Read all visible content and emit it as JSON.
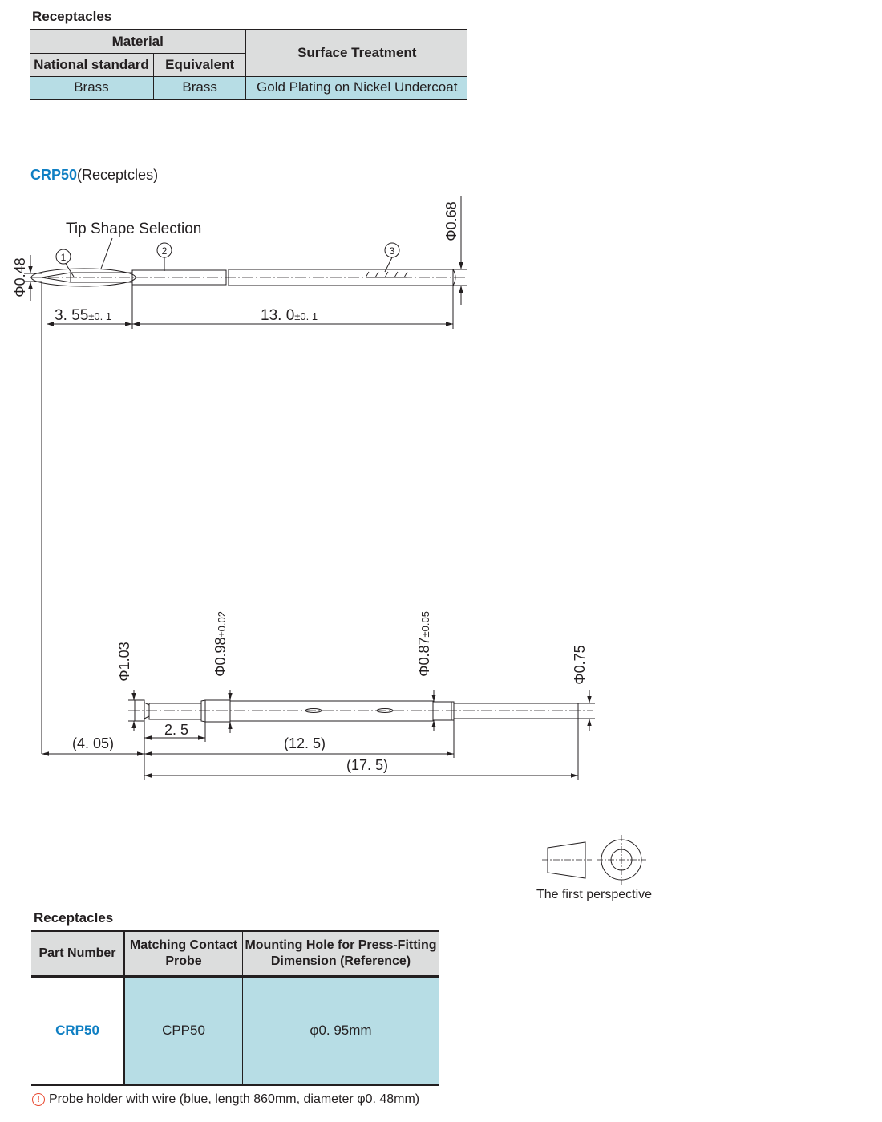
{
  "materials": {
    "section_title": "Receptacles",
    "header": {
      "material": "Material",
      "national_standard": "National standard",
      "equivalent": "Equivalent",
      "surface_treatment": "Surface Treatment"
    },
    "row": {
      "national_standard": "Brass",
      "equivalent": "Brass",
      "surface_treatment": "Gold Plating on Nickel Undercoat"
    }
  },
  "drawing": {
    "part_code": "CRP50",
    "part_caption": "(Receptcles)",
    "tip_shape_label": "Tip Shape Selection",
    "callouts": [
      "1",
      "2",
      "3"
    ],
    "top_view": {
      "dia_tip": "Φ0.48",
      "dia_body": "Φ0.68",
      "tip_length": "3. 55",
      "tip_length_tol": "±0. 1",
      "body_length": "13. 0",
      "body_length_tol": "±0. 1"
    },
    "bottom_view": {
      "dia_head": "Φ1.03",
      "dia_press": "Φ0.98",
      "dia_press_tol": "±0.02",
      "dia_mid": "Φ0.87",
      "dia_mid_tol": "±0.05",
      "dia_end": "Φ0.75",
      "len_offset": "(4. 05)",
      "len_press": "2. 5",
      "len_body": "(12. 5)",
      "len_total": "(17. 5)"
    },
    "projection_label": "The first perspective"
  },
  "part_table": {
    "section_title": "Receptacles",
    "header": {
      "part_number": "Part Number",
      "matching_probe_l1": "Matching Contact",
      "matching_probe_l2": "Probe",
      "mounting_hole_l1": "Mounting Hole for Press-Fitting",
      "mounting_hole_l2": "Dimension (Reference)"
    },
    "row": {
      "part_number": "CRP50",
      "matching_probe": "CPP50",
      "mounting_hole": "φ0. 95mm"
    }
  },
  "footnote": {
    "icon": "caution-icon",
    "text": "Probe holder with wire (blue, length 860mm, diameter φ0. 48mm)"
  },
  "colors": {
    "accent_blue": "#0f7fc3",
    "header_gray": "#dcdddd",
    "cell_cyan": "#b7dde5",
    "footnote_red": "#e8452c"
  }
}
